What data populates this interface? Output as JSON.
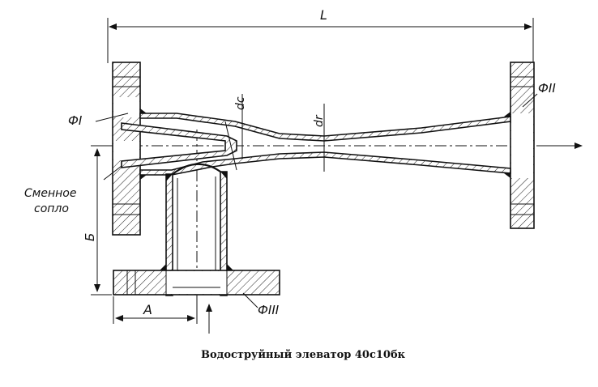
{
  "labels": {
    "overall_length": "L",
    "flange_1": "ФI",
    "flange_2": "ФII",
    "flange_3": "ФIII",
    "nozzle_diameter": "dc",
    "throat_diameter": "dr",
    "replaceable_nozzle_line1": "Сменное",
    "replaceable_nozzle_line2": "сопло",
    "dim_a": "А",
    "dim_b": "Б"
  },
  "caption": "Водоструйный элеватор 40с10бк"
}
